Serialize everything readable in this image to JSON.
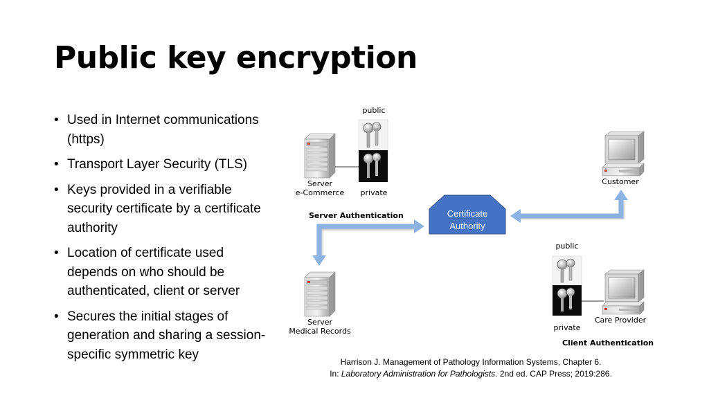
{
  "slide": {
    "title": "Public key encryption",
    "bullets": [
      "Used in Internet communications (https)",
      "Transport Layer Security (TLS)",
      "Keys provided in a verifiable security certificate by a certificate authority",
      "Location of certificate used depends on who should be authenticated, client or server",
      "Secures the initial stages of generation and sharing a session-specific symmetric key"
    ]
  },
  "diagram": {
    "labels": {
      "public_top": "public",
      "private_top": "private",
      "server_ecommerce_line1": "Server",
      "server_ecommerce_line2": "e-Commerce",
      "customer": "Customer",
      "server_authentication": "Server Authentication",
      "ca_line1": "Certificate",
      "ca_line2": "Authority",
      "public_bottom": "public",
      "private_bottom": "private",
      "server_medical_line1": "Server",
      "server_medical_line2": "Medical Records",
      "care_provider": "Care Provider",
      "client_authentication": "Client Authentication"
    },
    "colors": {
      "arrow": "#8db3e2",
      "ca_fill": "#4472c4"
    }
  },
  "citation": {
    "line1": "Harrison J. Management of Pathology Information Systems, Chapter 6.",
    "line2_prefix": "In: ",
    "line2_italic": "Laboratory Administration for Pathologists",
    "line2_suffix": ". 2nd ed. CAP Press; 2019:286."
  }
}
